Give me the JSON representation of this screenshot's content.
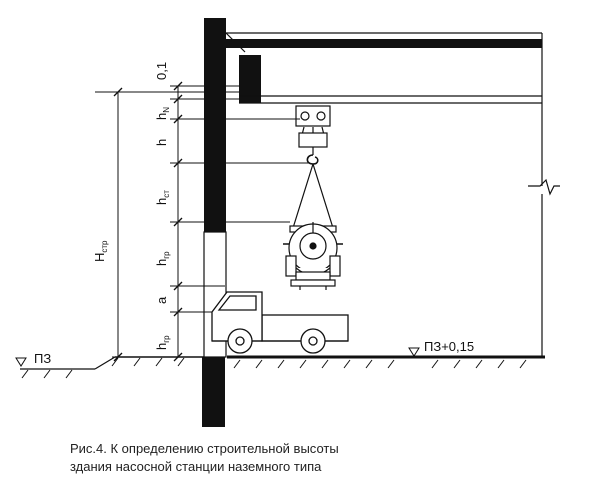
{
  "diagram": {
    "dimensions": {
      "h_n": {
        "main": "h",
        "sub": "N"
      },
      "h": {
        "main": "h",
        "sub": ""
      },
      "h_st": {
        "main": "h",
        "sub": "ст"
      },
      "h_gr_upper": {
        "main": "h",
        "sub": "гр"
      },
      "a": {
        "main": "a",
        "sub": ""
      },
      "h_gr_lower": {
        "main": "h",
        "sub": "гр"
      },
      "H_str": {
        "main": "H",
        "sub": "стр"
      },
      "top_offset": "0,1"
    },
    "levels": {
      "ground_left": "ПЗ",
      "floor_right": "ПЗ+0,15"
    }
  },
  "caption": {
    "line1": "Рис.4. К определению строительной высоты",
    "line2": "здания насосной станции наземного типа"
  },
  "colors": {
    "ink": "#111111",
    "caption_text": "#222222"
  }
}
